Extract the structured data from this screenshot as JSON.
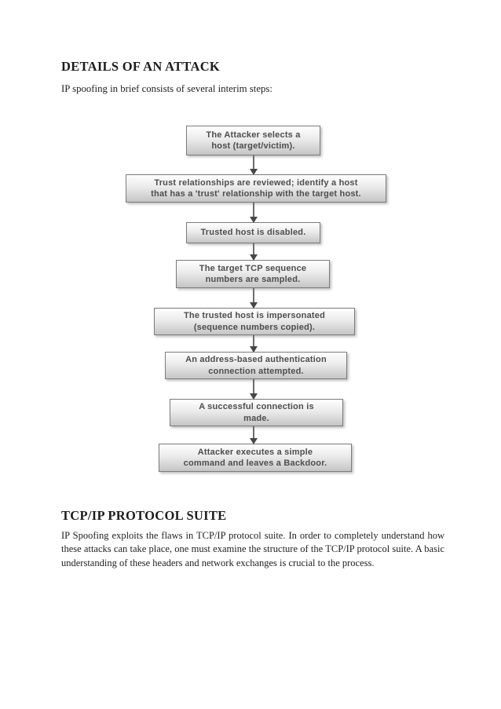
{
  "page": {
    "background": "#ffffff"
  },
  "sections": {
    "attack": {
      "heading": "DETAILS OF AN ATTACK",
      "intro": "IP spoofing in brief consists of several interim steps:"
    },
    "tcpip": {
      "heading": "TCP/IP PROTOCOL SUITE",
      "paragraph": "IP Spoofing exploits the flaws in TCP/IP protocol suite. In order to completely understand how these attacks can take place, one must examine the structure of the TCP/IP protocol suite. A basic understanding of these headers and network exchanges is crucial to the process."
    }
  },
  "flowchart": {
    "type": "vertical-flow-diagram",
    "colors": {
      "box_border": "#7b7b7b",
      "box_fill_top": "#fefefe",
      "box_fill_bottom": "#c5c5c5",
      "box_text": "#4d4d4d",
      "arrow": "#6d6d6d"
    },
    "steps": [
      {
        "lines": [
          "The Attacker selects a",
          "host (target/victim)."
        ]
      },
      {
        "lines": [
          "Trust relationships are reviewed; identify a host",
          "that has a 'trust' relationship with the target host."
        ]
      },
      {
        "lines": [
          "Trusted host is disabled."
        ]
      },
      {
        "lines": [
          "The target TCP sequence",
          "numbers are sampled."
        ]
      },
      {
        "lines": [
          "The trusted host is impersonated",
          "(sequence numbers copied)."
        ]
      },
      {
        "lines": [
          "An address-based authentication",
          "connection attempted."
        ]
      },
      {
        "lines": [
          "A successful connection is",
          "made."
        ]
      },
      {
        "lines": [
          "Attacker executes a simple",
          "command and leaves a Backdoor."
        ]
      }
    ]
  }
}
